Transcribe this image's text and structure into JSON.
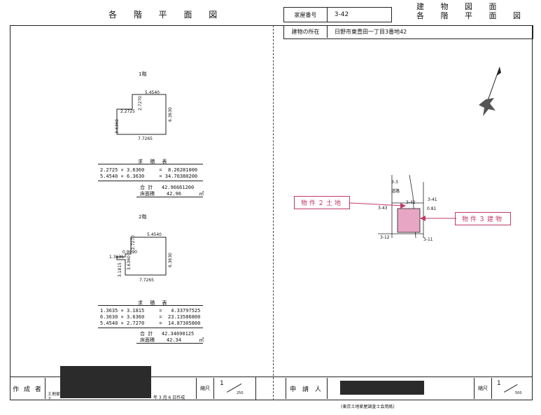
{
  "header": {
    "left_title": "各 階 平 面 図",
    "house_number_label": "家屋番号",
    "house_number": "3-42",
    "right_title_1": "建 物 図 面",
    "right_title_2": "各 階 平 面 図",
    "location_label": "建物の所在",
    "location": "日野市東豊田一丁目3番地42"
  },
  "floor1": {
    "title": "1階",
    "dims": [
      "5.4540",
      "2.7270",
      "2.2725",
      "3.6360",
      "6.3630",
      "7.7265"
    ],
    "table_title": "求 積 表",
    "rows": [
      {
        "a": "2.2725",
        "op": "×",
        "b": "3.6360",
        "eq": "=",
        "v": "8.26281000"
      },
      {
        "a": "5.4540",
        "op": "×",
        "b": "6.3630",
        "eq": "=",
        "v": "34.70380200"
      }
    ],
    "sum_label": "合 計",
    "sum": "42.96661200",
    "area_label": "床面積",
    "area": "42.96",
    "unit": "㎡"
  },
  "floor2": {
    "title": "2階",
    "dims": [
      "5.4540",
      "2.7270",
      "1.3635",
      "0.9090",
      "3.1815",
      "3.6360",
      "6.3630",
      "7.7265"
    ],
    "table_title": "求 積 表",
    "rows": [
      {
        "a": "1.3635",
        "op": "×",
        "b": "3.1815",
        "eq": "=",
        "v": "4.33797525"
      },
      {
        "a": "6.3630",
        "op": "×",
        "b": "3.6360",
        "eq": "=",
        "v": "23.13586800"
      },
      {
        "a": "5.4540",
        "op": "×",
        "b": "2.7270",
        "eq": "=",
        "v": "14.87305800"
      }
    ],
    "sum_label": "合 計",
    "sum": "42.34690125",
    "area_label": "床面積",
    "area": "42.34",
    "unit": "㎡"
  },
  "site_map": {
    "labels": [
      "3-3",
      "道路",
      "3-41",
      "3-43",
      "3-42",
      "0.81",
      "3-12",
      "3-11"
    ],
    "callout_left": "物件２土地",
    "callout_right": "物件３建物",
    "highlight_color": "#e7a6c4",
    "accent_color": "#c0396a"
  },
  "footer": {
    "author_label": "作 成 者",
    "author_role": "土地家屋調査士",
    "date_text": "年 3 月 6 日作成",
    "scale_label": "縮尺",
    "scale_left": "1/250",
    "scale_left_num": "1",
    "scale_left_den": "250",
    "applicant_label": "申 請 人",
    "scale_right_num": "1",
    "scale_right_den": "500",
    "association": "(東京土地家屋調査士会用紙)"
  },
  "north_arrow_icon": "north-arrow-icon"
}
